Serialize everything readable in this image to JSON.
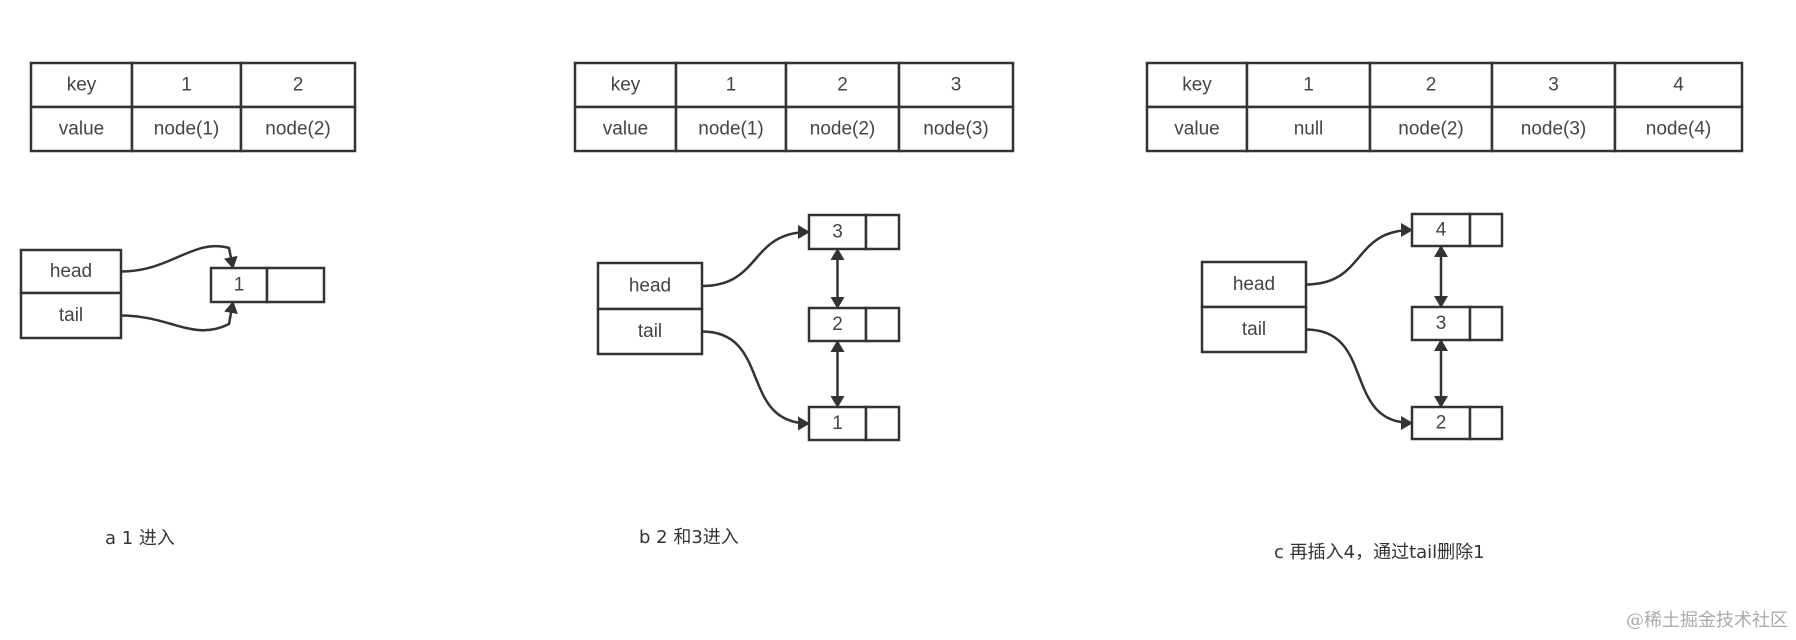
{
  "panels": [
    {
      "table": {
        "row_labels": [
          "key",
          "value"
        ],
        "keys": [
          "1",
          "2"
        ],
        "values": [
          "node(1)",
          "node(2)"
        ]
      },
      "pointers": [
        "head",
        "tail"
      ],
      "nodes": [
        "1"
      ],
      "caption": "a 1 进入"
    },
    {
      "table": {
        "row_labels": [
          "key",
          "value"
        ],
        "keys": [
          "1",
          "2",
          "3"
        ],
        "values": [
          "node(1)",
          "node(2)",
          "node(3)"
        ]
      },
      "pointers": [
        "head",
        "tail"
      ],
      "nodes": [
        "3",
        "2",
        "1"
      ],
      "caption": "b 2 和3进入"
    },
    {
      "table": {
        "row_labels": [
          "key",
          "value"
        ],
        "keys": [
          "1",
          "2",
          "3",
          "4"
        ],
        "values": [
          "null",
          "node(2)",
          "node(3)",
          "node(4)"
        ]
      },
      "pointers": [
        "head",
        "tail"
      ],
      "nodes": [
        "4",
        "3",
        "2"
      ],
      "caption": "c 再插入4，通过tail删除1"
    }
  ],
  "watermark": "@稀土掘金技术社区",
  "colors": {
    "stroke": "#333333",
    "text": "#444444"
  }
}
